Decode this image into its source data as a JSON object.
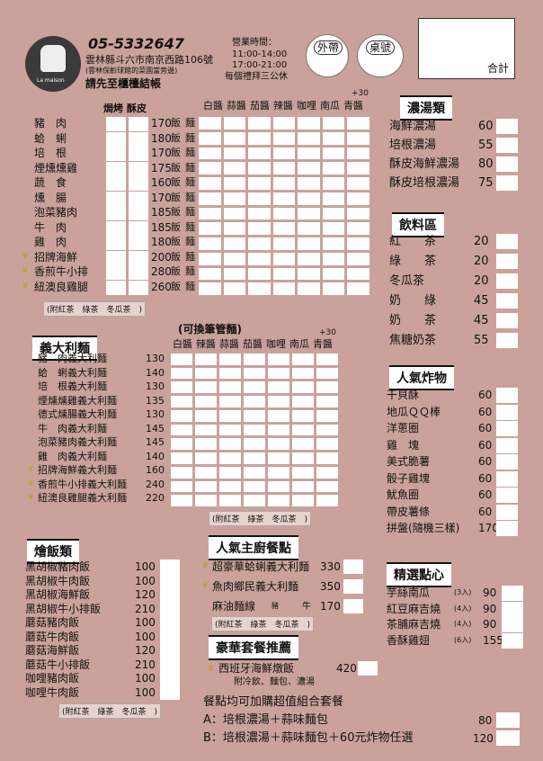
{
  "header": {
    "logo_text": "La maison",
    "phone": "05-5332647",
    "address": "雲林縣斗六市南京西路106號",
    "address_note": "(雲林保齡球館的菜園當旁邊)",
    "checkout_note": "請先至櫃檯結帳",
    "hours_label": "營業時間：",
    "hours_1": "11:00-14:00",
    "hours_2": "17:00-21:00",
    "closed": "每個禮拜三公休",
    "takeout": "外帶",
    "table": "桌號",
    "total": "合計"
  },
  "rice": {
    "col_baked": "焗烤",
    "col_crisp": "酥皮",
    "sauces": [
      "白醬",
      "蒜醬",
      "茄醬",
      "辣醬",
      "咖哩",
      "南瓜",
      "青醬"
    ],
    "plus30": "+30",
    "rice_label": "飯",
    "noodle_label": "麵",
    "items": [
      {
        "name": "豬　肉",
        "price": "170",
        "crown": false
      },
      {
        "name": "蛤　蜊",
        "price": "180",
        "crown": false
      },
      {
        "name": "培　根",
        "price": "170",
        "crown": false
      },
      {
        "name": "煙燻燻雞",
        "price": "175",
        "crown": false
      },
      {
        "name": "蔬　食",
        "price": "160",
        "crown": false
      },
      {
        "name": "燻　腸",
        "price": "170",
        "crown": false
      },
      {
        "name": "泡菜豬肉",
        "price": "185",
        "crown": false
      },
      {
        "name": "牛　肉",
        "price": "185",
        "crown": false
      },
      {
        "name": "雞　肉",
        "price": "180",
        "crown": false
      },
      {
        "name": "招牌海鮮",
        "price": "200",
        "crown": true
      },
      {
        "name": "香煎牛小排",
        "price": "280",
        "crown": true
      },
      {
        "name": "紐澳良雞腿",
        "price": "260",
        "crown": true
      }
    ],
    "tea_note": "(附紅茶　綠茶　冬瓜茶　)"
  },
  "pasta": {
    "title": "義大利麵",
    "subtitle": "(可換筆管麵)",
    "sauces": [
      "白醬",
      "辣醬",
      "蒜醬",
      "茄醬",
      "咖哩",
      "南瓜",
      "青醬"
    ],
    "plus30": "+30",
    "items": [
      {
        "name": "豬　肉義大利麵",
        "price": "130",
        "crown": false
      },
      {
        "name": "蛤　蜊義大利麵",
        "price": "140",
        "crown": false
      },
      {
        "name": "培　根義大利麵",
        "price": "130",
        "crown": false
      },
      {
        "name": "煙燻燻雞義大利麵",
        "price": "135",
        "crown": false
      },
      {
        "name": "德式燻腸義大利麵",
        "price": "130",
        "crown": false
      },
      {
        "name": "牛　肉義大利麵",
        "price": "145",
        "crown": false
      },
      {
        "name": "泡菜豬肉義大利麵",
        "price": "145",
        "crown": false
      },
      {
        "name": "雞　肉義大利麵",
        "price": "140",
        "crown": false
      },
      {
        "name": "招牌海鮮義大利麵",
        "price": "160",
        "crown": true
      },
      {
        "name": "香煎牛小排義大利麵",
        "price": "240",
        "crown": true
      },
      {
        "name": "紐澳良雞腿義大利麵",
        "price": "220",
        "crown": true
      }
    ],
    "tea_note": "(附紅茶　綠茶　冬瓜茶　)"
  },
  "stew": {
    "title": "燴飯類",
    "items": [
      {
        "name": "黑胡椒豬肉飯",
        "price": "100"
      },
      {
        "name": "黑胡椒牛肉飯",
        "price": "100"
      },
      {
        "name": "黑胡椒海鮮飯",
        "price": "120"
      },
      {
        "name": "黑胡椒牛小排飯",
        "price": "210"
      },
      {
        "name": "蘑菇豬肉飯",
        "price": "100"
      },
      {
        "name": "蘑菇牛肉飯",
        "price": "100"
      },
      {
        "name": "蘑菇海鮮飯",
        "price": "120"
      },
      {
        "name": "蘑菇牛小排飯",
        "price": "210"
      },
      {
        "name": "咖哩豬肉飯",
        "price": "100"
      },
      {
        "name": "咖哩牛肉飯",
        "price": "100"
      }
    ],
    "tea_note": "(附紅茶　綠茶　冬瓜茶　)"
  },
  "chef": {
    "title": "人氣主廚餐點",
    "items": [
      {
        "name": "超豪華蛤蜊義大利麵",
        "price": "330",
        "crown": true
      },
      {
        "name": "魚肉鄉民義大利麵",
        "price": "350",
        "crown": true
      },
      {
        "name": "麻油麵線",
        "price": "170",
        "crown": false
      }
    ],
    "sub_pork": "豬",
    "sub_beef": "牛",
    "tea_note": "(附紅茶　綠茶　冬瓜茶　)"
  },
  "deluxe": {
    "title": "豪華套餐推薦",
    "item": "西班牙海鮮燉飯",
    "price": "420",
    "note": "附冷飲、麵包、濃湯"
  },
  "combo": {
    "title": "餐點均可加購超值組合套餐",
    "a_text": "A：培根濃湯＋蒜味麵包",
    "a_price": "80",
    "b_text": "B：培根濃湯＋蒜味麵包＋60元炸物任選",
    "b_price": "120"
  },
  "soup": {
    "title": "濃湯類",
    "items": [
      {
        "name": "海鮮濃湯",
        "price": "60"
      },
      {
        "name": "培根濃湯",
        "price": "55"
      },
      {
        "name": "酥皮海鮮濃湯",
        "price": "80"
      },
      {
        "name": "酥皮培根濃湯",
        "price": "75"
      }
    ]
  },
  "drinks": {
    "title": "飲料區",
    "items": [
      {
        "name": "紅　　茶",
        "price": "20"
      },
      {
        "name": "綠　　茶",
        "price": "20"
      },
      {
        "name": "冬瓜茶",
        "price": "20"
      },
      {
        "name": "奶　　綠",
        "price": "45"
      },
      {
        "name": "奶　　茶",
        "price": "45"
      },
      {
        "name": "焦糖奶茶",
        "price": "55"
      }
    ]
  },
  "fried": {
    "title": "人氣炸物",
    "items": [
      {
        "name": "干貝酥",
        "price": "60"
      },
      {
        "name": "地瓜ＱＱ棒",
        "price": "60"
      },
      {
        "name": "洋蔥圈",
        "price": "60"
      },
      {
        "name": "雞　塊",
        "price": "60"
      },
      {
        "name": "美式脆薯",
        "price": "60"
      },
      {
        "name": "骰子雞塊",
        "price": "60"
      },
      {
        "name": "魷魚圈",
        "price": "60"
      },
      {
        "name": "帶皮薯條",
        "price": "60"
      },
      {
        "name": "拼盤(隨機三樣)",
        "price": "170"
      }
    ]
  },
  "snacks": {
    "title": "精選點心",
    "items": [
      {
        "name": "芋絲南瓜",
        "qty": "(3入)",
        "price": "90"
      },
      {
        "name": "紅豆麻吉燒",
        "qty": "(4入)",
        "price": "90"
      },
      {
        "name": "茶脯麻吉燒",
        "qty": "(4入)",
        "price": "90"
      },
      {
        "name": "香酥雞翅",
        "qty": "(6入)",
        "price": "155"
      }
    ]
  }
}
